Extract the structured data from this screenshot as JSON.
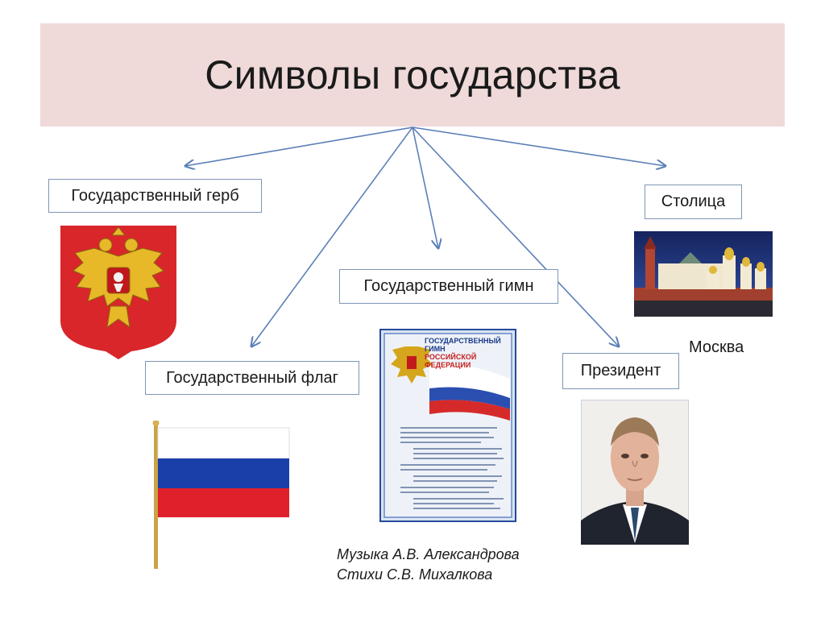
{
  "title": "Символы государства",
  "nodes": {
    "coat_of_arms": "Государственный герб",
    "capital": "Столица",
    "anthem": "Государственный гимн",
    "flag": "Государственный флаг",
    "president": "Президент"
  },
  "capital_name": "Москва",
  "anthem_poster": {
    "heading_line1": "ГОСУДАРСТВЕННЫЙ",
    "heading_line2": "ГИМН",
    "heading_line3": "РОССИЙСКОЙ",
    "heading_line4": "ФЕДЕРАЦИИ"
  },
  "credits": {
    "music": "Музыка А.В. Александрова",
    "lyrics": "Стихи С.В. Михалкова"
  },
  "colors": {
    "title_bg": "#efd9d9",
    "arrow": "#5b7fb8",
    "box_border": "#7f96b4",
    "flag_white": "#ffffff",
    "flag_blue": "#1a3fa8",
    "flag_red": "#e0202a"
  }
}
